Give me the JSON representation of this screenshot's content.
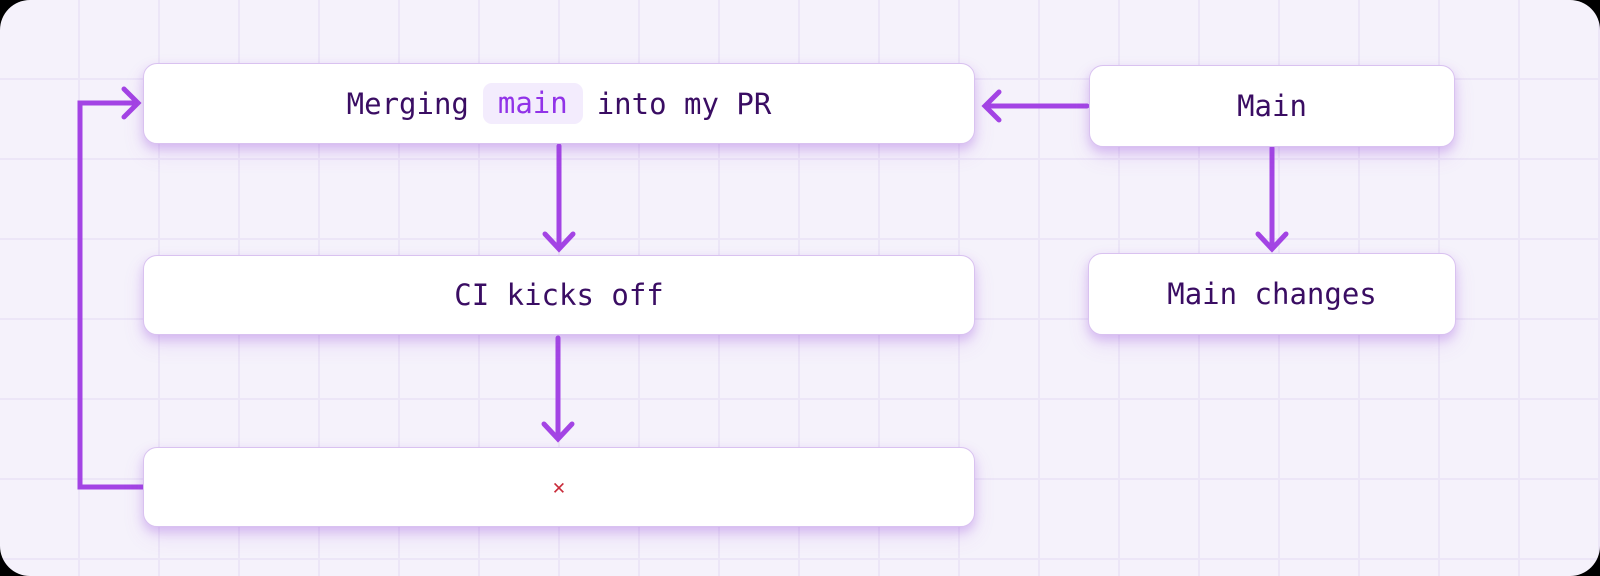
{
  "colors": {
    "outer_bg": "#000000",
    "canvas_bg": "#f5f2fb",
    "grid": "#ece6f7",
    "accent": "#a344e4",
    "node_bg": "#ffffff",
    "node_border": "#d9c2f0",
    "text": "#3a0d63",
    "code_bg": "#f3ecfd",
    "code_text": "#9133e8",
    "fail": "#c92b3a"
  },
  "diagram": {
    "nodes": {
      "merge_pr": {
        "prefix": "Merging",
        "code": "main",
        "suffix": "into my PR"
      },
      "main": {
        "label": "Main"
      },
      "ci": {
        "label": "CI kicks off"
      },
      "main_changes": {
        "label": "Main changes"
      },
      "ci_failed": {
        "label": "✕"
      }
    },
    "edges": [
      {
        "from": "main",
        "to": "merge_pr"
      },
      {
        "from": "merge_pr",
        "to": "ci"
      },
      {
        "from": "ci",
        "to": "ci_failed"
      },
      {
        "from": "ci_failed",
        "to": "merge_pr"
      },
      {
        "from": "main",
        "to": "main_changes"
      }
    ]
  }
}
